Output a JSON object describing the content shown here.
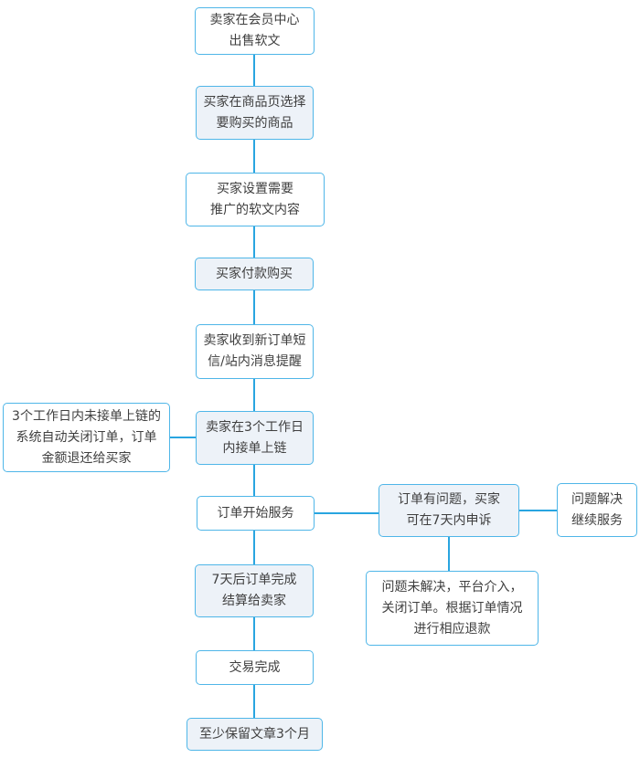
{
  "diagram": {
    "type": "flowchart",
    "colors": {
      "border": "#4fb6e8",
      "line": "#29a5e0",
      "fill_white": "#ffffff",
      "fill_light": "#edf2f8",
      "text": "#3f3f3f"
    },
    "nodes": {
      "seller_publish": {
        "label": "卖家在会员中心\n出售软文"
      },
      "buyer_select": {
        "label": "买家在商品页选择\n要购买的商品"
      },
      "buyer_set_content": {
        "label": "买家设置需要\n推广的软文内容"
      },
      "buyer_pay": {
        "label": "买家付款购买"
      },
      "seller_notified": {
        "label": "卖家收到新订单短\n信/站内消息提醒"
      },
      "seller_accept": {
        "label": "卖家在3个工作日\n内接单上链"
      },
      "timeout_close": {
        "label": "3个工作日内未接单上链的\n系统自动关闭订单，订单\n金额退还给买家"
      },
      "order_service_start": {
        "label": "订单开始服务"
      },
      "order_dispute": {
        "label": "订单有问题，买家\n可在7天内申诉"
      },
      "dispute_resolved": {
        "label": "问题解决\n继续服务"
      },
      "dispute_unresolved": {
        "label": "问题未解决，平台介入，\n关闭订单。根据订单情况\n进行相应退款"
      },
      "order_complete_settle": {
        "label": "7天后订单完成\n结算给卖家"
      },
      "transaction_done": {
        "label": "交易完成"
      },
      "keep_article": {
        "label": "至少保留文章3个月"
      }
    }
  }
}
